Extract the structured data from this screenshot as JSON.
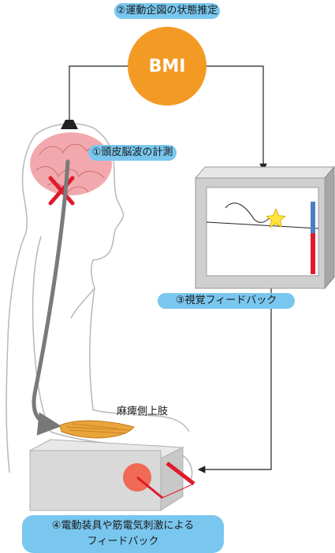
{
  "labels": {
    "step2": "②運動企図の状態推定",
    "bmi": "BMI",
    "step1": "①頭皮脳波の計測",
    "step3": "③視覚フィードバック",
    "limb": "麻痺側上肢",
    "step4_line1": "④電動装具や筋電気刺激による",
    "step4_line2": "フィードバック"
  },
  "colors": {
    "pill": "#79c7ef",
    "bmi_circle": "#f39a25",
    "brain": "#f2a9ad",
    "cross": "#e0192a",
    "gauge_blue": "#4a7fc4",
    "gauge_red": "#e0192a",
    "star": "#ffe23a",
    "muscle": "#e9a43a",
    "stim": "#f06a55"
  },
  "icons": [
    "brain-icon",
    "cross-icon",
    "star-icon",
    "muscle-icon",
    "electrode-icon"
  ]
}
